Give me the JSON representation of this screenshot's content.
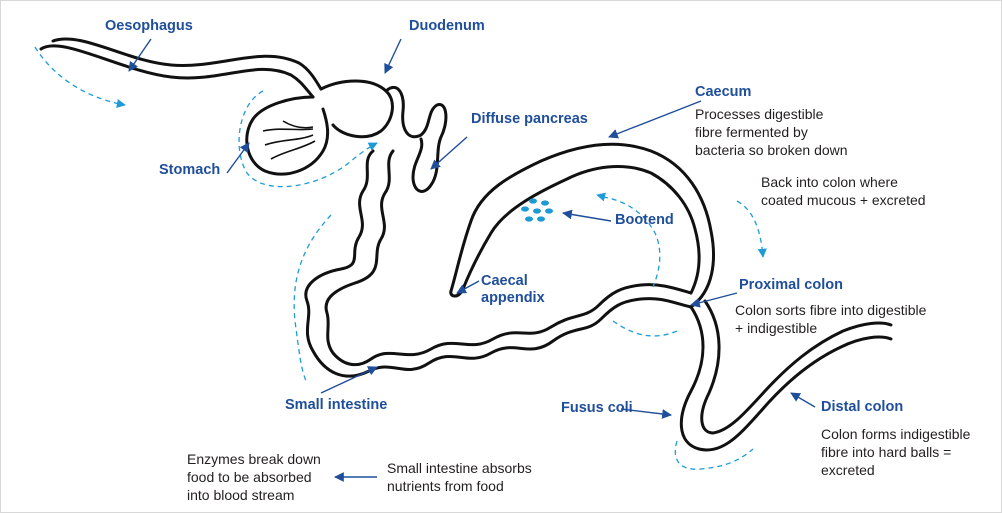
{
  "colors": {
    "label": "#1f4e9a",
    "note": "#231f20",
    "gut_outline": "#111111",
    "flow_arrow": "#1e9bd7",
    "bootend_dots": "#1e9bd7"
  },
  "labels": {
    "oesophagus": "Oesophagus",
    "duodenum": "Duodenum",
    "stomach": "Stomach",
    "diffuse_pancreas": "Diffuse pancreas",
    "caecum": "Caecum",
    "bootend": "Bootend",
    "caecal_appendix": "Caecal\nappendix",
    "proximal_colon": "Proximal colon",
    "small_intestine": "Small intestine",
    "fusus_coli": "Fusus coli",
    "distal_colon": "Distal colon"
  },
  "notes": {
    "caecum": "Processes digestible\nfibre fermented by\nbacteria so broken down",
    "back_into_colon": "Back into colon where\ncoated mucous + excreted",
    "proximal_colon": "Colon sorts fibre into digestible\n+ indigestible",
    "distal_colon": "Colon forms indigestible\nfibre into hard balls =\nexcreted",
    "enzymes": "Enzymes break down\nfood to be absorbed\ninto blood stream",
    "small_intestine_absorbs": "Small intestine absorbs\nnutrients from food"
  }
}
